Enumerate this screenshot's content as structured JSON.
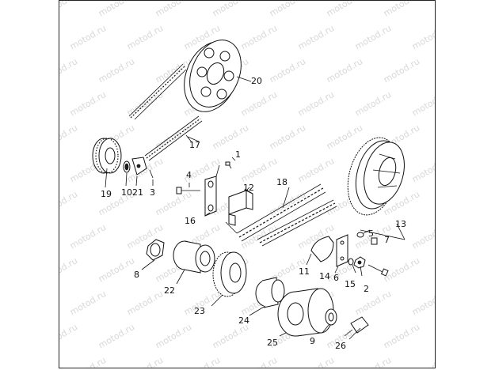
{
  "watermark": "motod.ru",
  "callouts": [
    {
      "id": "c1",
      "label": "1"
    },
    {
      "id": "c2",
      "label": "2"
    },
    {
      "id": "c3",
      "label": "3"
    },
    {
      "id": "c4",
      "label": "4"
    },
    {
      "id": "c5",
      "label": "5"
    },
    {
      "id": "c6",
      "label": "6"
    },
    {
      "id": "c7",
      "label": "7"
    },
    {
      "id": "c8",
      "label": "8"
    },
    {
      "id": "c9",
      "label": "9"
    },
    {
      "id": "c10",
      "label": "10"
    },
    {
      "id": "c11",
      "label": "11"
    },
    {
      "id": "c12",
      "label": "12"
    },
    {
      "id": "c13",
      "label": "13"
    },
    {
      "id": "c14",
      "label": "14"
    },
    {
      "id": "c15",
      "label": "15"
    },
    {
      "id": "c16",
      "label": "16"
    },
    {
      "id": "c17",
      "label": "17"
    },
    {
      "id": "c18",
      "label": "18"
    },
    {
      "id": "c19",
      "label": "19"
    },
    {
      "id": "c20",
      "label": "20"
    },
    {
      "id": "c21",
      "label": "21"
    },
    {
      "id": "c22",
      "label": "22"
    },
    {
      "id": "c23",
      "label": "23"
    },
    {
      "id": "c24",
      "label": "24"
    },
    {
      "id": "c25",
      "label": "25"
    },
    {
      "id": "c26",
      "label": "26"
    }
  ]
}
